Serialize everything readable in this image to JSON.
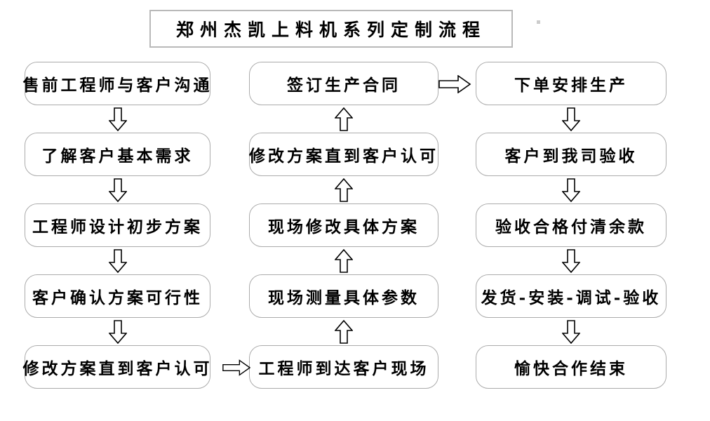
{
  "title": "郑州杰凯上料机系列定制流程",
  "columns": {
    "left": [
      "售前工程师与客户沟通",
      "了解客户基本需求",
      "工程师设计初步方案",
      "客户确认方案可行性",
      "修改方案直到客户认可"
    ],
    "middle": [
      "签订生产合同",
      "修改方案直到客户认可",
      "现场修改具体方案",
      "现场测量具体参数",
      "工程师到达客户现场"
    ],
    "right": [
      "下单安排生产",
      "客户到我司验收",
      "验收合格付清余款",
      "发货-安装-调试-验收",
      "愉快合作结束"
    ]
  },
  "flow_direction": {
    "left_column": "top-to-bottom",
    "middle_column": "bottom-to-top",
    "right_column": "top-to-bottom",
    "left_to_middle": "right-arrow at bottom row",
    "middle_to_right": "right-arrow at top row"
  },
  "colors": {
    "background": "#ffffff",
    "box_border": "#ababab",
    "title_border": "#b9b9b9",
    "text": "#000000",
    "arrow_outline": "#000000",
    "arrow_fill": "#ffffff"
  }
}
